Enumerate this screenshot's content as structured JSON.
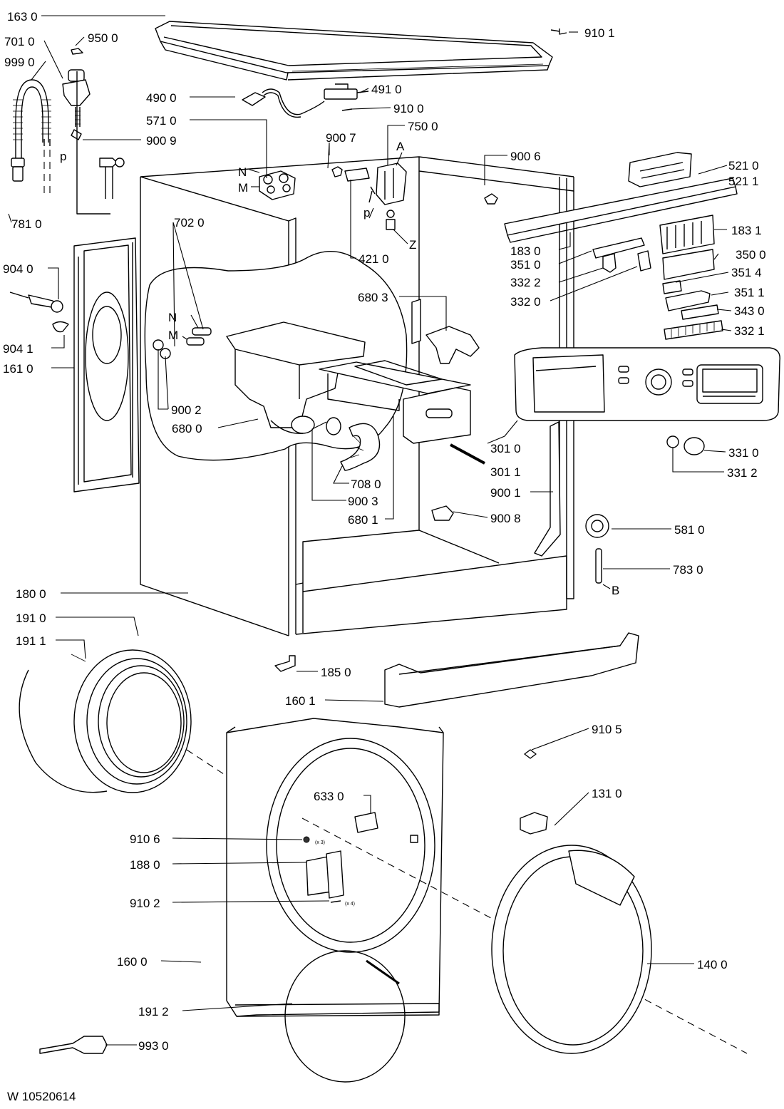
{
  "document_code": "W 10520614",
  "labels": {
    "p1630": "163 0",
    "p7010": "701 0",
    "p9500": "950 0",
    "p9990": "999 0",
    "p9101": "910 1",
    "p4900": "490 0",
    "p4910": "491 0",
    "p9100": "910 0",
    "p5710": "571 0",
    "p9009": "900 9",
    "p9007": "900 7",
    "p7500": "750 0",
    "A": "A",
    "p9006": "900 6",
    "p5210": "521 0",
    "p5211": "521 1",
    "N1": "N",
    "M1": "M",
    "pp1": "p",
    "p7810": "781 0",
    "pp2": "p",
    "Z": "Z",
    "p4210": "421 0",
    "p7020": "702 0",
    "p1831": "183 1",
    "p1830": "183 0",
    "p3500": "350 0",
    "p3510": "351 0",
    "p3322": "332 2",
    "p3514": "351 4",
    "p3320": "332 0",
    "p3511": "351 1",
    "p3430": "343 0",
    "p3321": "332 1",
    "p9040": "904 0",
    "p6803": "680 3",
    "N2": "N",
    "M2": "M",
    "p9041": "904 1",
    "p1610": "161 0",
    "p9002": "900 2",
    "p6800": "680 0",
    "p3010": "301 0",
    "p3011": "301 1",
    "p3310": "331 0",
    "p3312": "331 2",
    "p7080": "708 0",
    "p9003": "900 3",
    "p6801": "680 1",
    "p9001": "900 1",
    "p9008": "900 8",
    "p5810": "581 0",
    "p7830": "783 0",
    "B": "B",
    "p1800": "180 0",
    "p1910": "191 0",
    "p1911": "191 1",
    "p1850": "185 0",
    "p1601": "160 1",
    "p9105": "910 5",
    "p6330": "633 0",
    "p1310": "131 0",
    "p9106": "910 6",
    "p1880": "188 0",
    "p9102": "910 2",
    "p1600": "160 0",
    "p1400": "140 0",
    "p1912": "191 2",
    "p9930": "993 0",
    "x3": "(x 3)",
    "x4": "(x 4)"
  }
}
